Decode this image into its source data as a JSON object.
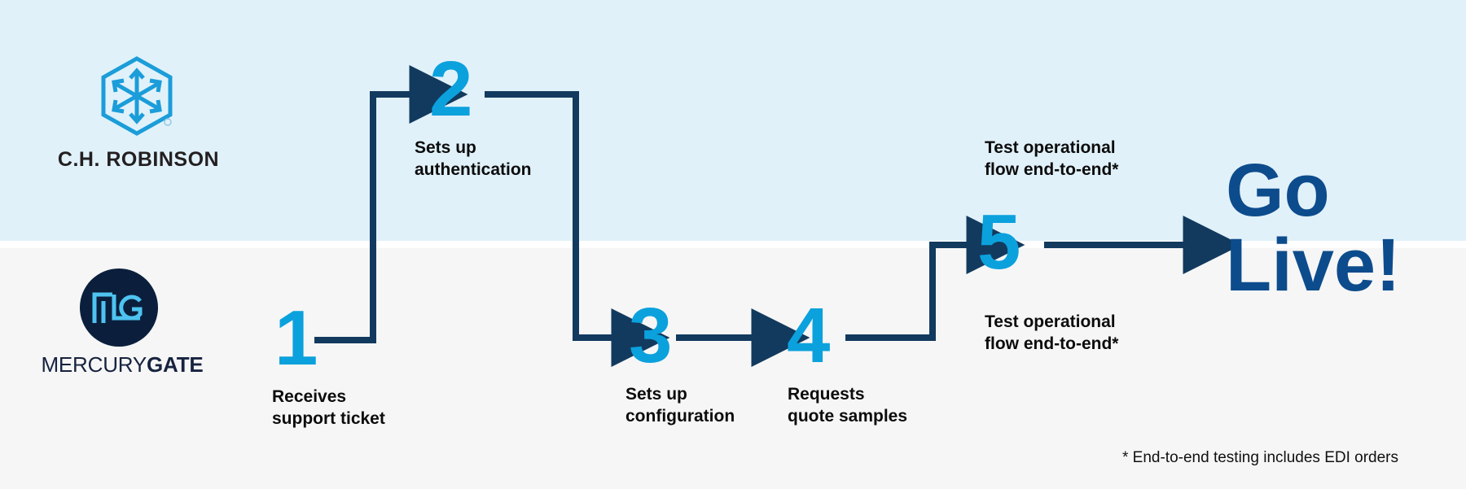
{
  "bands": {
    "top_color": "#e1f1fa",
    "gap_color": "#ffffff",
    "bottom_color": "#f6f6f6"
  },
  "palette": {
    "step_number_blue": "#0ba1dd",
    "connector_navy": "#123a5e",
    "golive_blue": "#0d4c8c",
    "mercurygate_navy": "#0b1f3d",
    "chrobinson_blue": "#1b9dd9",
    "label_black": "#0c0c0c"
  },
  "lanes": [
    {
      "id": "lane-chrobinson",
      "owner": "C.H. ROBINSON"
    },
    {
      "id": "lane-mercurygate",
      "owner": "MERCURYGATE"
    }
  ],
  "logos": {
    "chrobinson": {
      "name": "chrobinson-logo",
      "wordmark": "C.H. ROBINSON",
      "icon": "hexagon-cube-arrows-icon"
    },
    "mercurygate": {
      "name": "mercurygate-logo",
      "wordmark_light": "MERCURY",
      "wordmark_bold": "GATE",
      "icon": "mg-monogram-icon"
    }
  },
  "steps": [
    {
      "number": "1",
      "label": "Receives\nsupport ticket",
      "lane": "mercurygate"
    },
    {
      "number": "2",
      "label": "Sets up\nauthentication",
      "lane": "chrobinson"
    },
    {
      "number": "3",
      "label": "Sets up\nconfiguration",
      "lane": "mercurygate"
    },
    {
      "number": "4",
      "label": "Requests\nquote samples",
      "lane": "mercurygate"
    },
    {
      "number": "5",
      "label_top": "Test operational\nflow end-to-end*",
      "label_bottom": "Test operational\nflow end-to-end*",
      "lane": "both"
    }
  ],
  "outcome": {
    "text": "Go\nLive!"
  },
  "footnote": {
    "text": "* End-to-end testing includes EDI orders"
  }
}
